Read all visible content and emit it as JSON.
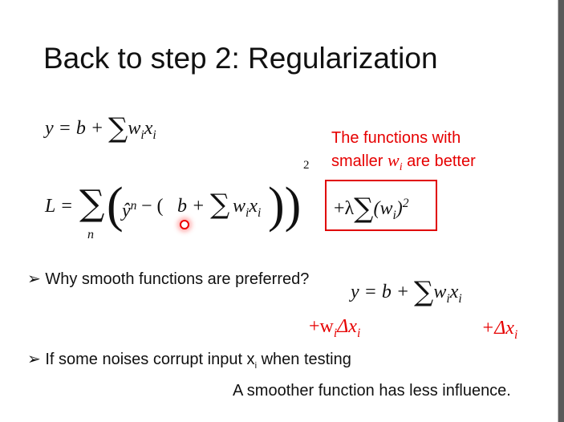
{
  "slide": {
    "title": "Back to step 2: Regularization",
    "eq_model": {
      "lhs": "y = b + ",
      "sum": "∑",
      "term_w": "w",
      "term_x": "x",
      "sub": "i"
    },
    "eq_loss": {
      "lhs": "L = ",
      "sum": "∑",
      "sum_under": "n",
      "open": "(",
      "yhat": "ŷ",
      "yhat_sup": "n",
      "minus": " − (",
      "b": "b + ",
      "term": "w",
      "sub": "i",
      "term_x": "x",
      "close": "))",
      "power": "2"
    },
    "regularizer": {
      "plus_lambda": "+λ",
      "sum": "∑",
      "term": "(w",
      "sub": "i",
      "close": ")",
      "power": "2"
    },
    "note_line1": "The functions with",
    "note_line2_pre": "smaller ",
    "note_w": "w",
    "note_sub": "i",
    "note_line2_post": " are better",
    "bullet1": "Why smooth functions are preferred?",
    "bullet2_pre": "If some noises corrupt input x",
    "bullet2_sub": "i",
    "bullet2_post": " when testing",
    "delta_w": "+w",
    "delta_w_sub": "i",
    "delta_w_rest": "Δx",
    "delta_w_rest_sub": "i",
    "delta_x": "+Δx",
    "delta_x_sub": "i",
    "conclusion": "A smoother function has less influence.",
    "bullet_icon": "arrowhead-bullet-icon",
    "accent_color": "#e60000"
  }
}
